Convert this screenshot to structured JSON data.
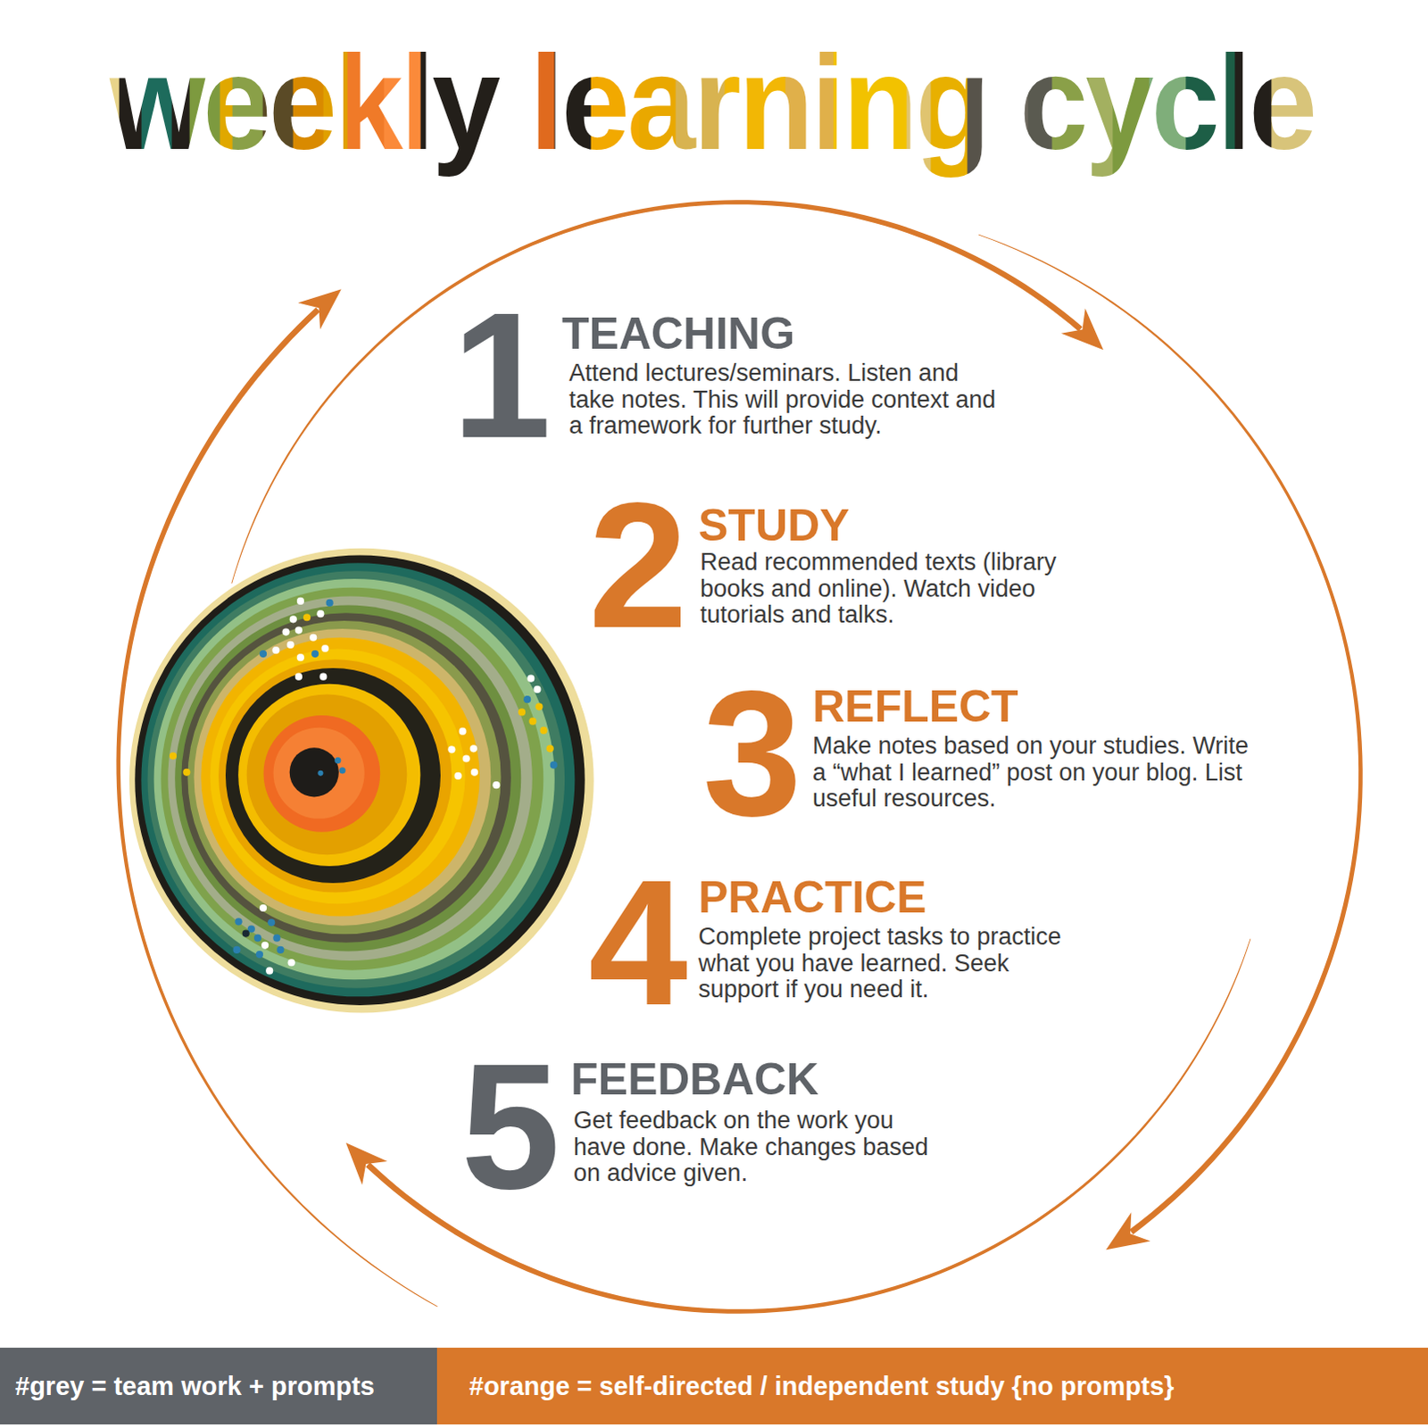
{
  "diagram": {
    "title": "weekly learning cycle",
    "labels": [
      "1",
      "TEACHING",
      "Attend lectures/seminars. Listen and take notes. This will provide context and a framework for further study.",
      "2",
      "STUDY",
      "Read recommended texts (library books and online). Watch video tutorials and talks.",
      "3",
      "REFLECT",
      "Make notes based on your studies. Write a “what I learned” post on your blog. List useful resources.",
      "4",
      "PRACTICE",
      "Complete project tasks to practice what you have learned. Seek support if you need it.",
      "5",
      "FEEDBACK",
      "Get feedback on the work you have done. Make changes based on advice given."
    ],
    "legend": [
      {
        "text": "#grey = team work + prompts",
        "color": "#5f6368"
      },
      {
        "text": "#orange = self-directed / independent study {no prompts}",
        "color": "#d9782a"
      }
    ]
  }
}
